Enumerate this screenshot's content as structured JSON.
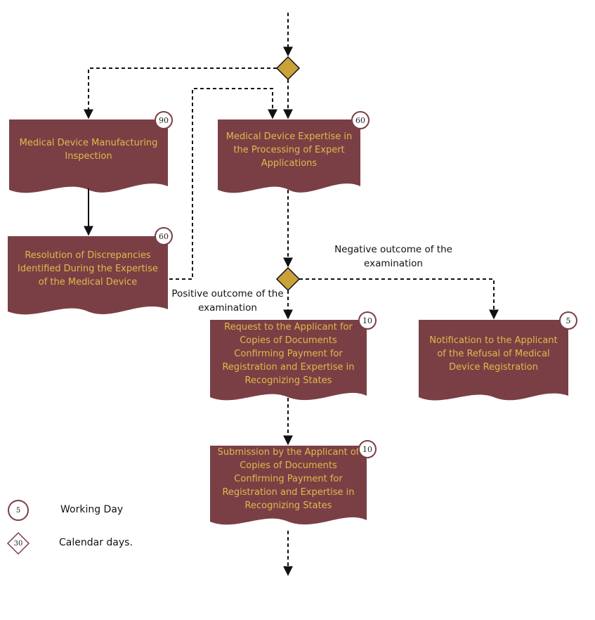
{
  "colors": {
    "box_fill": "#7a3f45",
    "box_text": "#e2b84a",
    "decision_fill": "#c9a23a",
    "badge_border": "#7a3f45",
    "line": "#111111"
  },
  "boxes": {
    "inspection": {
      "text": "Medical Device Manufacturing Inspection",
      "days": "90"
    },
    "expertise": {
      "text": "Medical Device Expertise in the Processing of Expert Applications",
      "days": "60"
    },
    "resolution": {
      "text": "Resolution of Discrepancies Identified During the Expertise of the Medical Device",
      "days": "60"
    },
    "request": {
      "text": "Request to the Applicant for Copies of Documents Confirming Payment for Registration and Expertise in Recognizing States",
      "days": "10"
    },
    "notification": {
      "text": "Notification to the Applicant of the Refusal of Medical Device Registration",
      "days": "5"
    },
    "submission": {
      "text": "Submission by the Applicant of Copies of Documents Confirming Payment for Registration and Expertise in Recognizing States",
      "days": "10"
    }
  },
  "edge_labels": {
    "negative": "Negative outcome of the examination",
    "positive": "Positive outcome of the examination"
  },
  "legend": {
    "working_value": "5",
    "working_label": "Working Day",
    "calendar_value": "30",
    "calendar_label": "Calendar days."
  }
}
